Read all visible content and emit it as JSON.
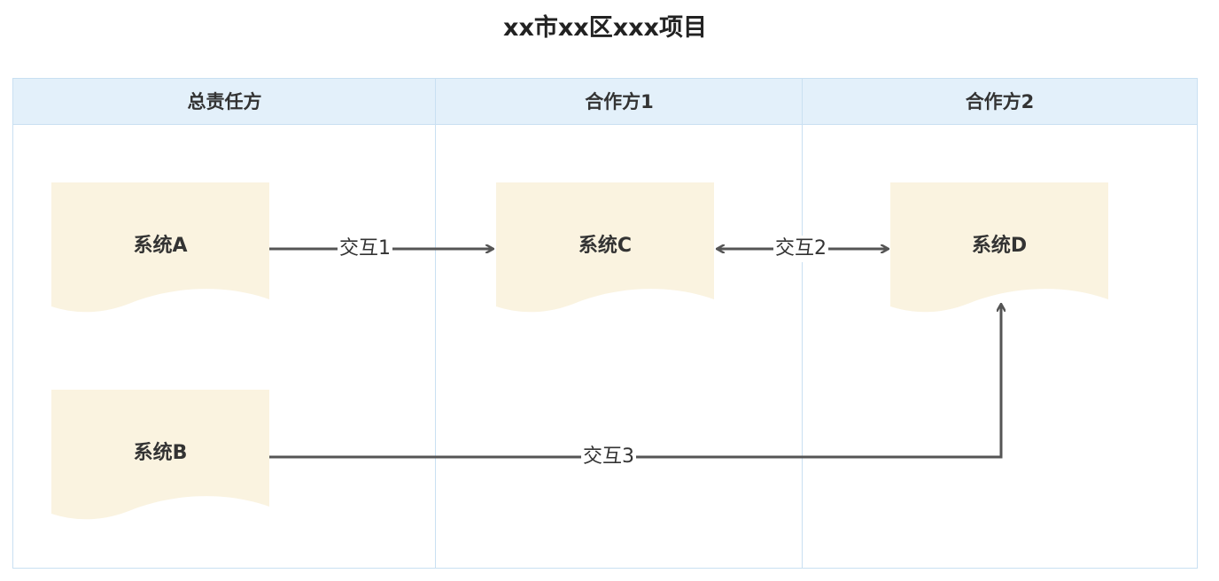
{
  "title": "xx市xx区xxx项目",
  "lanes": [
    {
      "label": "总责任方"
    },
    {
      "label": "合作方1"
    },
    {
      "label": "合作方2"
    }
  ],
  "nodes": {
    "a": {
      "label": "系统A"
    },
    "b": {
      "label": "系统B"
    },
    "c": {
      "label": "系统C"
    },
    "d": {
      "label": "系统D"
    }
  },
  "edges": [
    {
      "id": "e1",
      "label": "交互1",
      "from": "系统A",
      "to": "系统C",
      "direction": "forward"
    },
    {
      "id": "e2",
      "label": "交互2",
      "from": "系统C",
      "to": "系统D",
      "direction": "both"
    },
    {
      "id": "e3",
      "label": "交互3",
      "from": "系统B",
      "to": "系统D",
      "direction": "forward"
    }
  ],
  "colors": {
    "lane_header_bg": "#e3f0fa",
    "lane_border": "#c9e0f2",
    "node_fill": "#faf3e0",
    "connector": "#555555",
    "text": "#333333"
  }
}
